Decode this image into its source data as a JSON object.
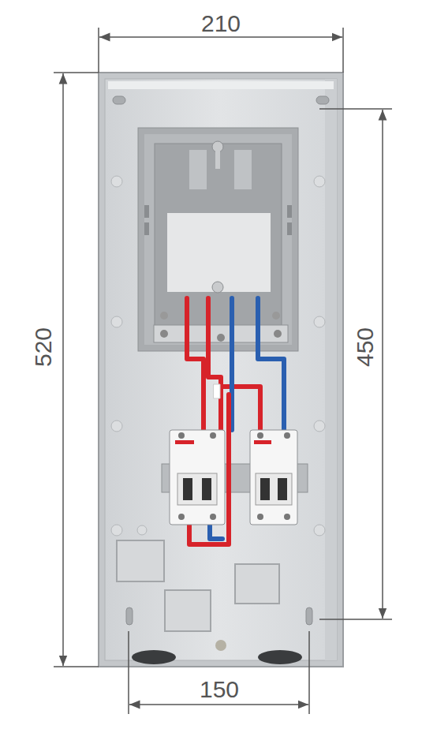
{
  "diagram": {
    "labels": [
      "210",
      "520",
      "450",
      "150"
    ]
  }
}
